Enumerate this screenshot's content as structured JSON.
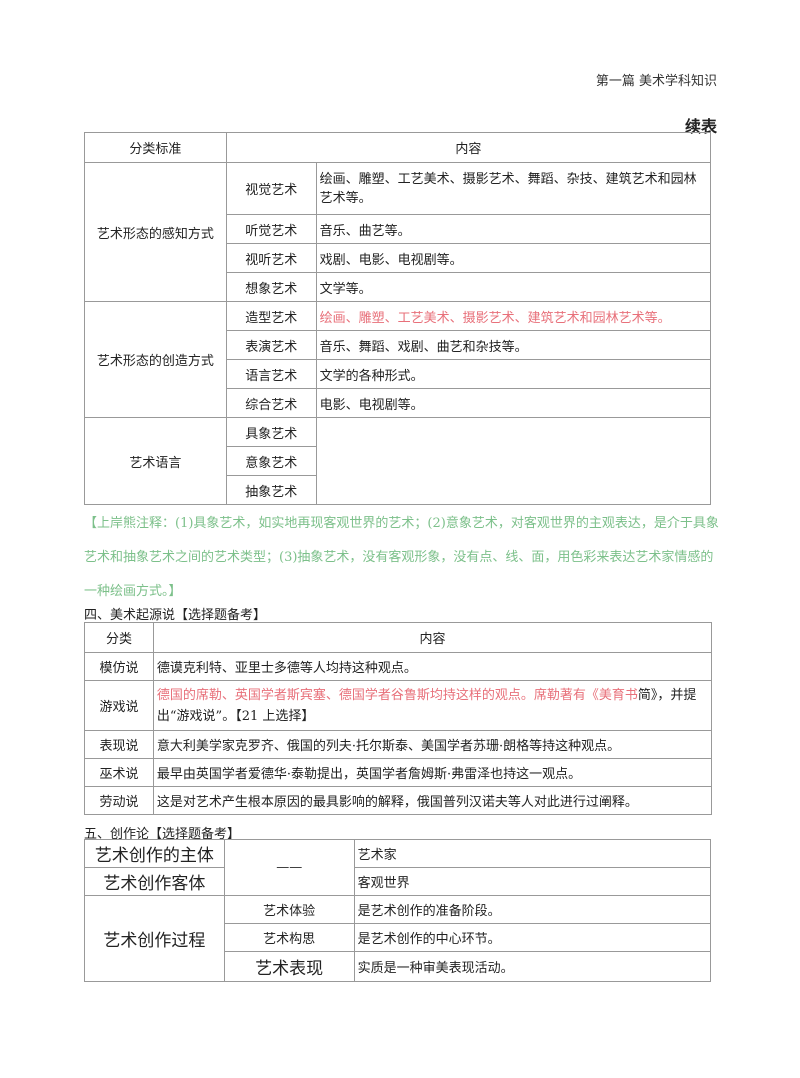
{
  "header": {
    "chapter": "第一篇  美术学科知识",
    "continued": "续表"
  },
  "table1": {
    "headers": [
      "分类标准",
      "内容"
    ],
    "groups": [
      {
        "name": "艺术形态的感知方式",
        "rows": [
          {
            "type": "视觉艺术",
            "content": "绘画、雕塑、工艺美术、摄影艺术、舞蹈、杂技、建筑艺术和园林艺术等。"
          },
          {
            "type": "听觉艺术",
            "content": "音乐、曲艺等。"
          },
          {
            "type": "视听艺术",
            "content": "戏剧、电影、电视剧等。"
          },
          {
            "type": "想象艺术",
            "content": "文学等。"
          }
        ]
      },
      {
        "name": "艺术形态的创造方式",
        "rows": [
          {
            "type": "造型艺术",
            "content": "绘画、雕塑、工艺美术、摄影艺术、建筑艺术和园林艺术等。"
          },
          {
            "type": "表演艺术",
            "content": "音乐、舞蹈、戏剧、曲艺和杂技等。"
          },
          {
            "type": "语言艺术",
            "content": "文学的各种形式。"
          },
          {
            "type": "综合艺术",
            "content": "电影、电视剧等。"
          }
        ]
      },
      {
        "name": "艺术语言",
        "rows": [
          {
            "type": "具象艺术"
          },
          {
            "type": "意象艺术"
          },
          {
            "type": "抽象艺术"
          }
        ]
      }
    ]
  },
  "note": "【上岸熊注释：(1)具象艺术，如实地再现客观世界的艺术；(2)意象艺术，对客观世界的主观表达，是介于具象艺术和抽象艺术之间的艺术类型；(3)抽象艺术，没有客观形象，没有点、线、面，用色彩来表达艺术家情感的一种绘画方式。】",
  "section4": {
    "title": "四、美术起源说【选择题备考】",
    "headers": [
      "分类",
      "内容"
    ],
    "rows": [
      {
        "name": "模仿说",
        "content": "德谟克利特、亚里士多德等人均持这种观点。"
      },
      {
        "name": "游戏说",
        "content_red": "德国的席勒、英国学者斯宾塞、德国学者谷鲁斯均持这样的观点。席勒著有《美育书",
        "content_black": "简》，并提出“游戏说”。【21 上选择】"
      },
      {
        "name": "表现说",
        "content": "意大利美学家克罗齐、俄国的列夫·托尔斯泰、美国学者苏珊·朗格等持这种观点。"
      },
      {
        "name": "巫术说",
        "content": "最早由英国学者爱德华·泰勒提出，英国学者詹姆斯·弗雷泽也持这一观点。"
      },
      {
        "name": "劳动说",
        "content": "这是对艺术产生根本原因的最具影响的解释，俄国普列汉诺夫等人对此进行过阐释。"
      }
    ]
  },
  "section5": {
    "title": "五、创作论【选择题备考】",
    "rows": [
      {
        "label": "艺术创作的主体",
        "mid": "——",
        "content": "艺术家"
      },
      {
        "label": "艺术创作客体",
        "content": "客观世界"
      }
    ],
    "process": {
      "label": "艺术创作过程",
      "steps": [
        {
          "name": "艺术体验",
          "content": "是艺术创作的准备阶段。"
        },
        {
          "name": "艺术构思",
          "content": "是艺术创作的中心环节。"
        },
        {
          "name": "艺术表现",
          "content": "实质是一种审美表现活动。"
        }
      ]
    }
  },
  "colors": {
    "red": "#e8707a",
    "green": "#7cc08a"
  }
}
